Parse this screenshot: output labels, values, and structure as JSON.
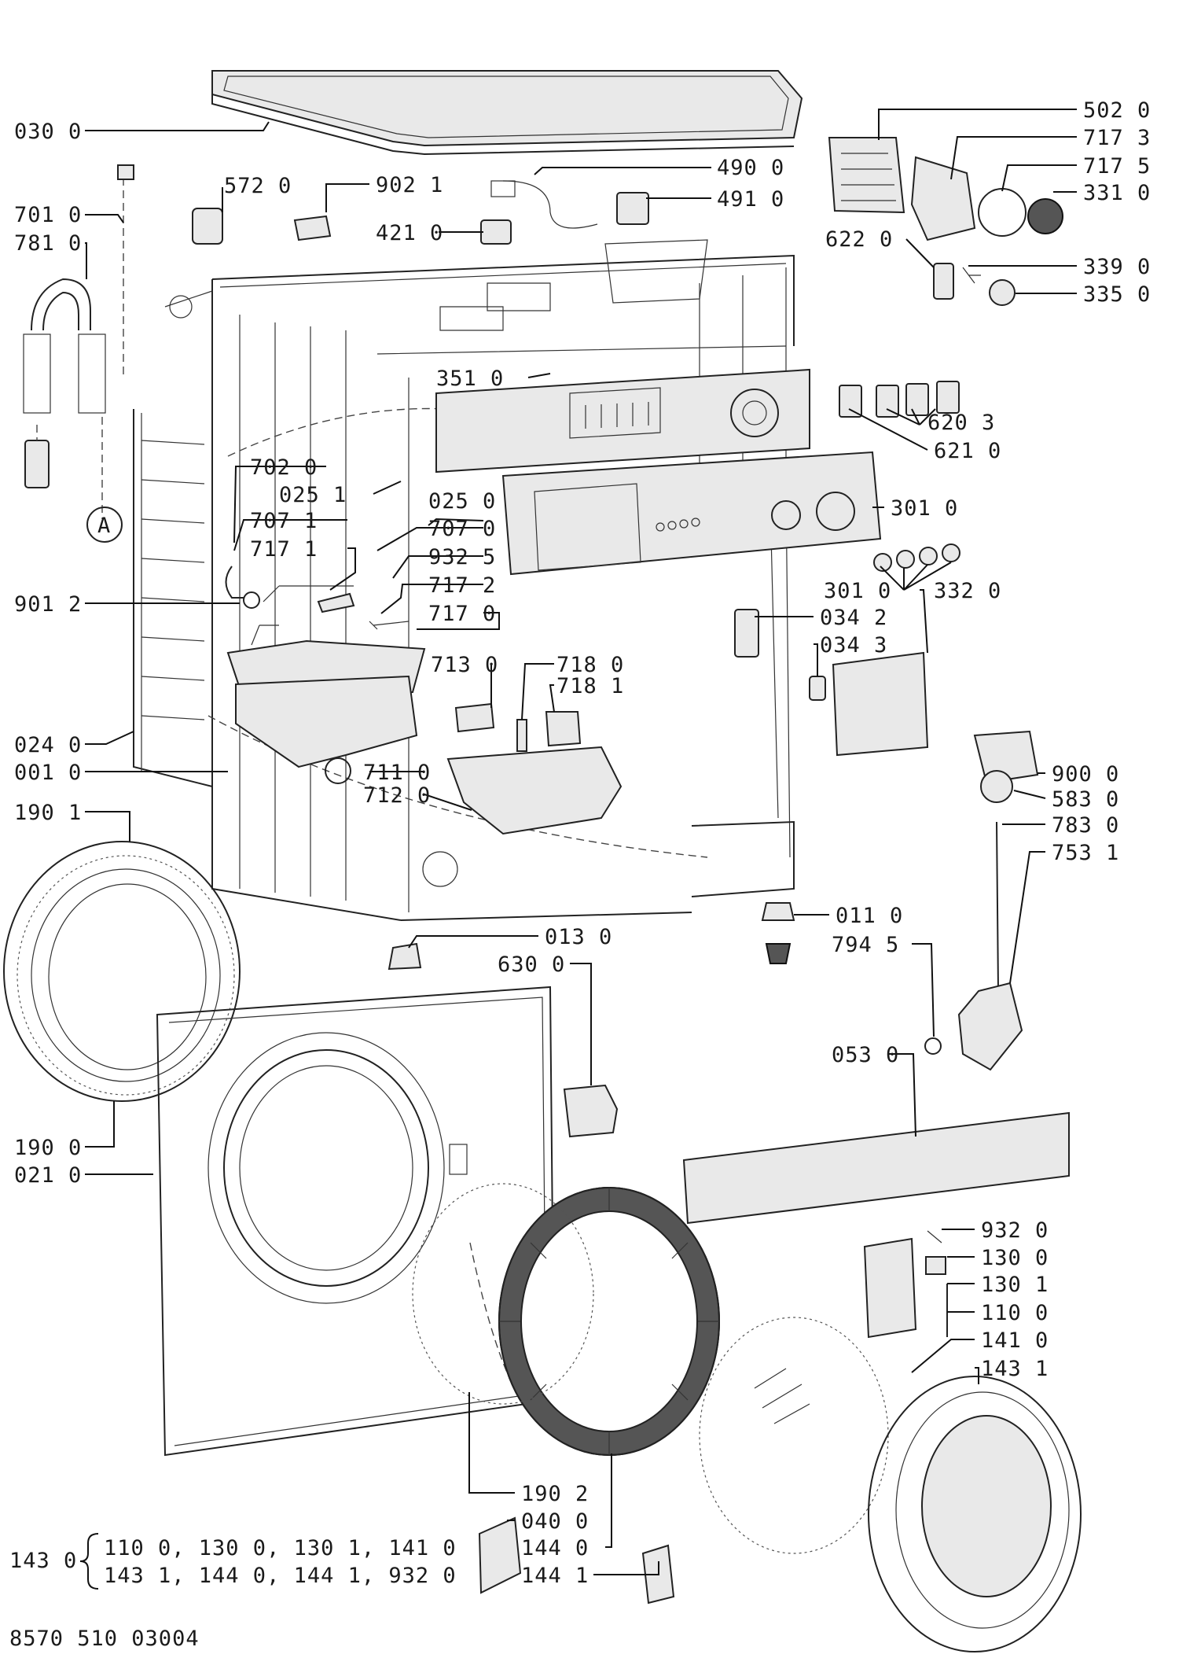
{
  "drawing_code": "8570 510 03004",
  "callouts": [
    "030 0",
    "572 0",
    "902 1",
    "490 0",
    "491 0",
    "421 0",
    "502 0",
    "717 3",
    "717 5",
    "331 0",
    "622 0",
    "339 0",
    "335 0",
    "701 0",
    "781 0",
    "A",
    "351 0",
    "620 3",
    "621 0",
    "301 0",
    "702 0",
    "025 1",
    "025 0",
    "707 1",
    "707 0",
    "717 1",
    "932 5",
    "717 2",
    "717 0",
    "901 2",
    "034 2",
    "034 3",
    "301 0",
    "332 0",
    "713 0",
    "718 0",
    "718 1",
    "024 0",
    "001 0",
    "711 0",
    "712 0",
    "900 0",
    "583 0",
    "783 0",
    "753 1",
    "190 1",
    "011 0",
    "794 5",
    "013 0",
    "630 0",
    "053 0",
    "190 0",
    "021 0",
    "932 0",
    "130 0",
    "130 1",
    "110 0",
    "141 0",
    "143 1",
    "190 2",
    "040 0",
    "144 0",
    "144 1"
  ],
  "kit": {
    "code": "143 0",
    "line1": "110 0, 130 0, 130 1, 141 0",
    "line2": "143 1, 144 0, 144 1, 932 0"
  }
}
